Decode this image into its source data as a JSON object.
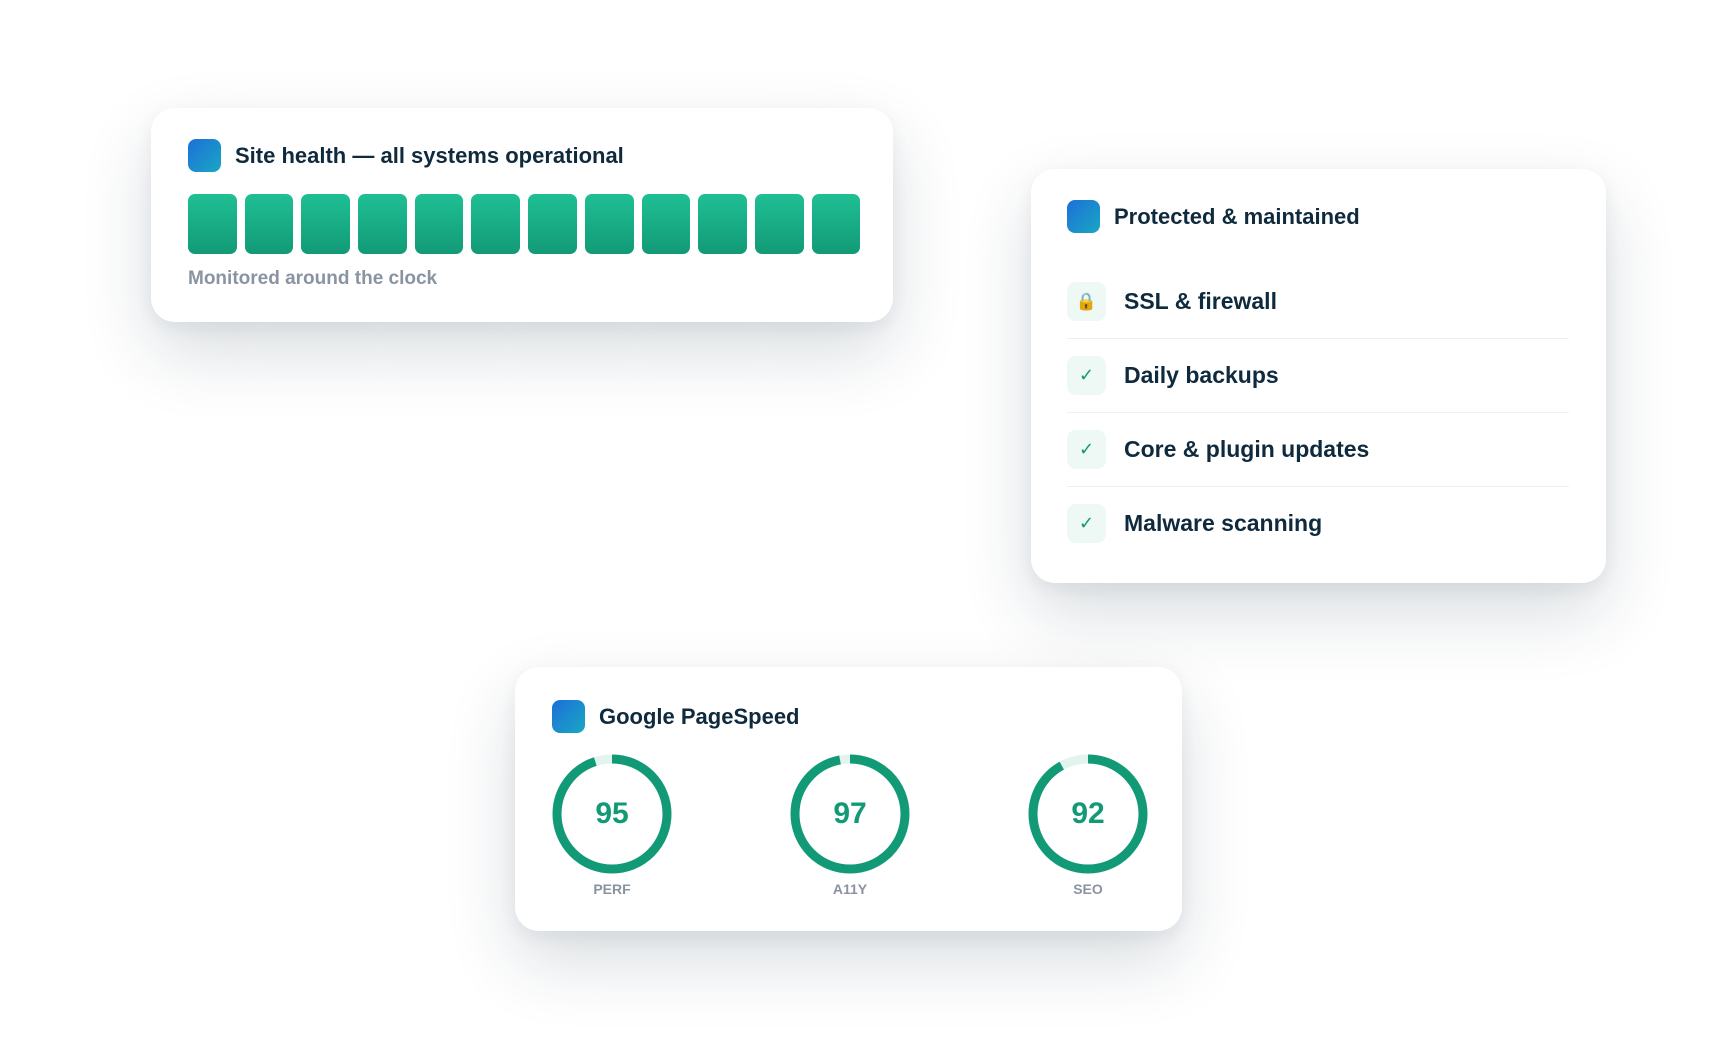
{
  "site_health": {
    "title": "Site health — all systems operational",
    "caption": "Monitored around the clock",
    "uptime_blocks": 12,
    "bar_color": "#1aab85"
  },
  "protection": {
    "title": "Protected & maintained",
    "items": [
      {
        "label": "SSL & firewall",
        "icon": "lock-icon"
      },
      {
        "label": "Daily backups",
        "icon": "check-icon"
      },
      {
        "label": "Core & plugin updates",
        "icon": "check-icon"
      },
      {
        "label": "Malware scanning",
        "icon": "check-icon"
      }
    ]
  },
  "pagespeed": {
    "title": "Google PageSpeed",
    "scores": [
      {
        "label": "PERF",
        "value": 95
      },
      {
        "label": "A11Y",
        "value": 97
      },
      {
        "label": "SEO",
        "value": 92
      }
    ],
    "score_color": "#129a76",
    "track_color": "#e3f4ee"
  },
  "brand_colors": {
    "accent_start": "#1d6fd8",
    "accent_end": "#19a7c4",
    "green": "#129a76",
    "muted_text": "#8a94a0",
    "heading_text": "#0f2a3d"
  }
}
